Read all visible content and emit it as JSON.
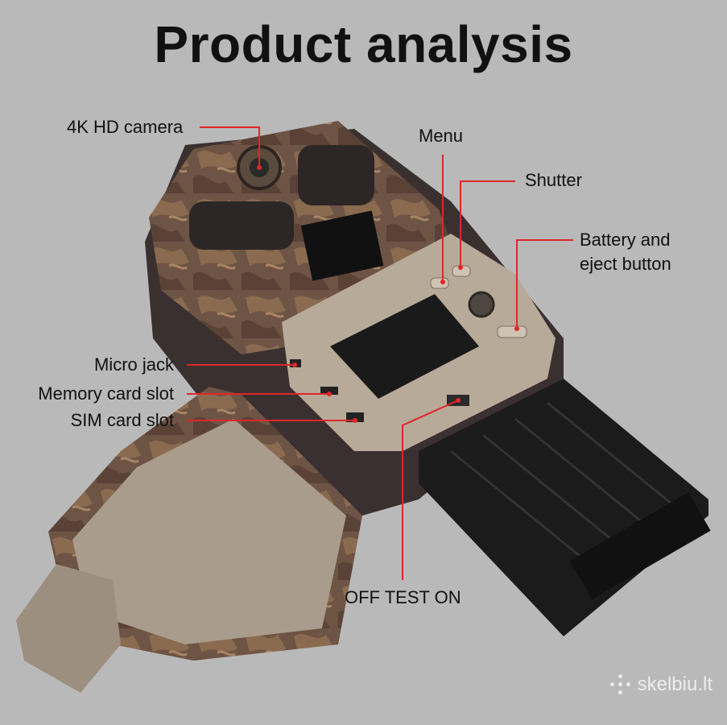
{
  "title": "Product analysis",
  "labels": {
    "camera": "4K HD camera",
    "menu": "Menu",
    "shutter": "Shutter",
    "battery_line1": "Battery and",
    "battery_line2": "eject button",
    "micro_jack": "Micro jack",
    "memory_card": "Memory card slot",
    "sim_card": "SIM card slot",
    "switch": "OFF TEST ON"
  },
  "watermark": "skelbiu.lt",
  "colors": {
    "background": "#b9b9b9",
    "leader_line": "#e0262a",
    "camo_brown": "#7a5b44",
    "panel_beige": "#b8aa98"
  }
}
